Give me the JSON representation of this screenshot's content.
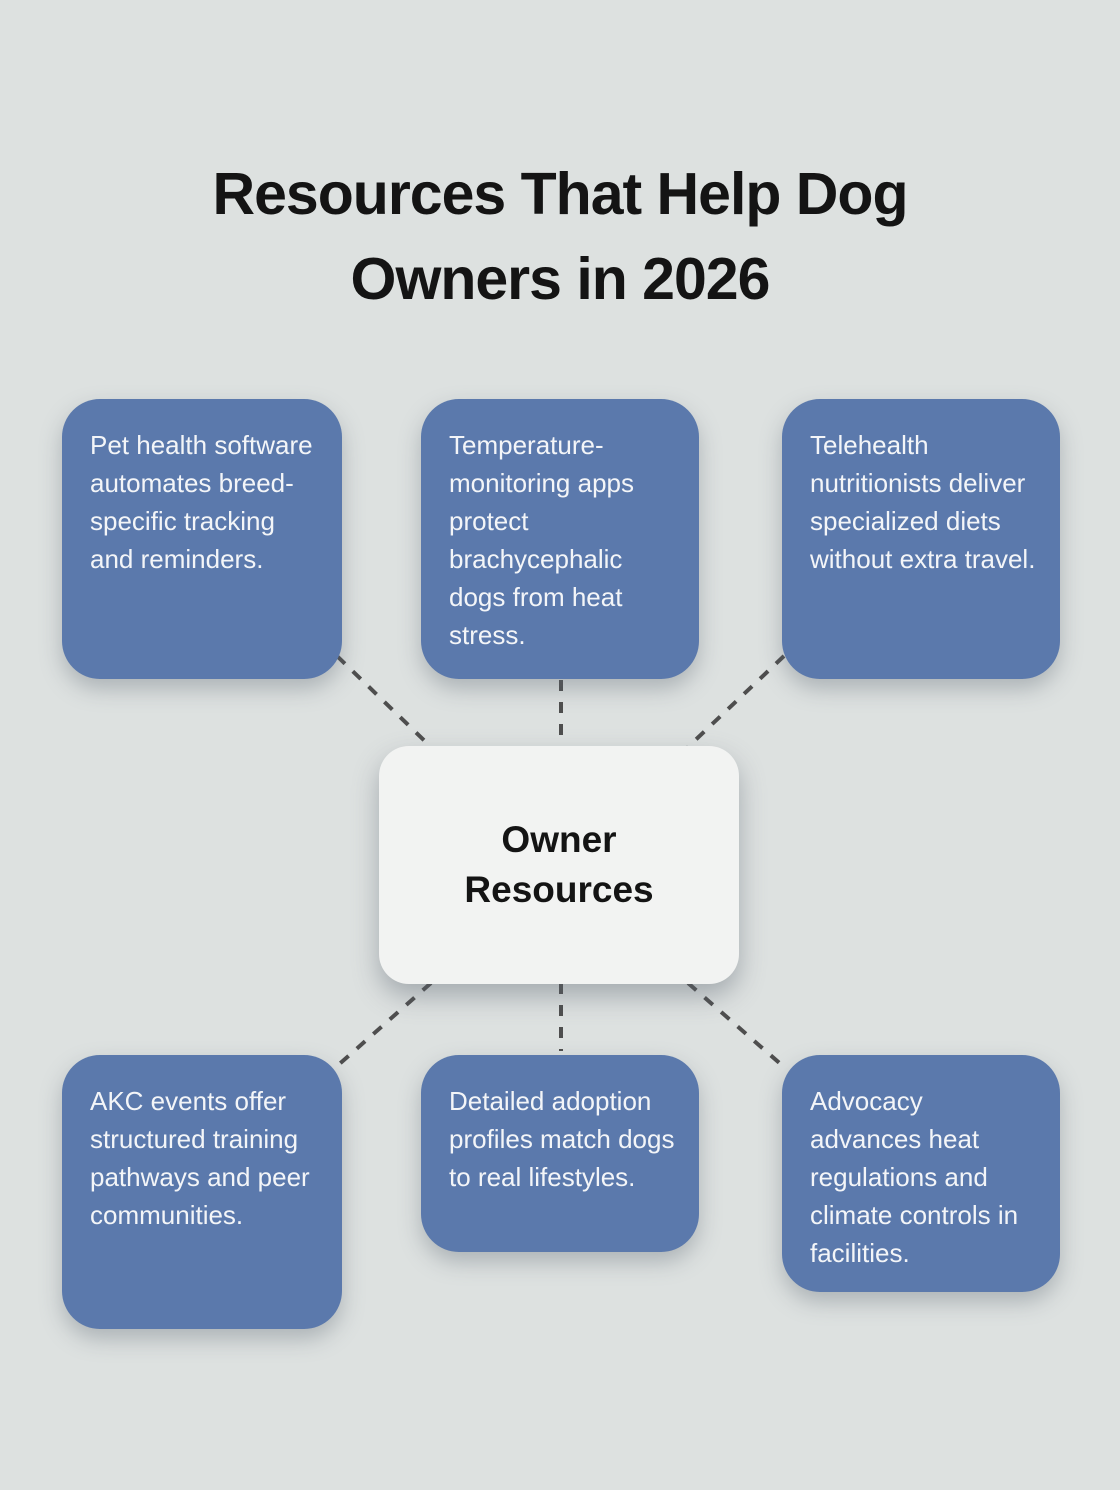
{
  "title": "Resources That Help Dog Owners in 2026",
  "center_node": {
    "label": "Owner Resources"
  },
  "nodes": [
    {
      "id": "pet-health-software",
      "text": "Pet health software automates breed-specific tracking and reminders."
    },
    {
      "id": "temperature-monitoring-apps",
      "text": "Temperature-monitoring apps protect brachycephalic dogs from heat stress."
    },
    {
      "id": "telehealth-nutritionists",
      "text": "Telehealth nutritionists deliver specialized diets without extra travel."
    },
    {
      "id": "akc-events",
      "text": "AKC events offer structured training pathways and peer communities."
    },
    {
      "id": "adoption-profiles",
      "text": "Detailed adoption profiles match dogs to real lifestyles."
    },
    {
      "id": "advocacy",
      "text": "Advocacy advances heat regulations and climate controls in facilities."
    }
  ],
  "colors": {
    "background": "#dde1e0",
    "node_fill": "#5b79ac",
    "node_text": "#f3f5f8",
    "center_fill": "#f2f3f2",
    "title_text": "#141414",
    "connector": "#4e4e4e"
  }
}
